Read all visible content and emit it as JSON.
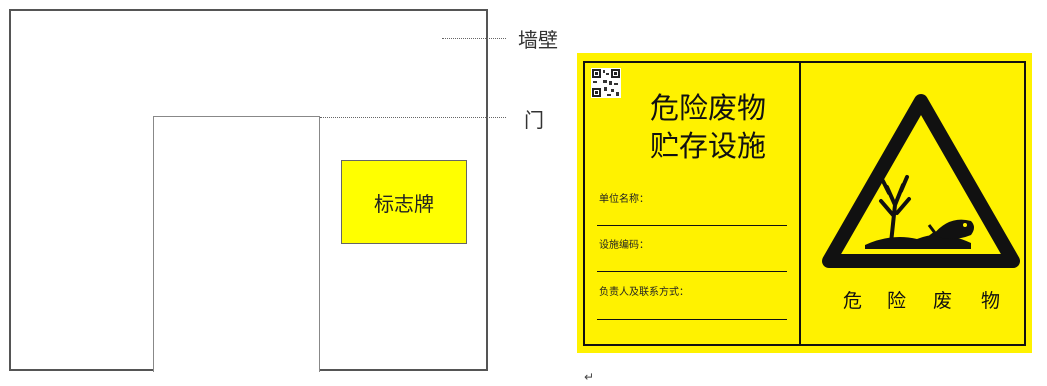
{
  "diagram": {
    "wall_label": "墙壁",
    "door_label": "门",
    "sign_label": "标志牌",
    "colors": {
      "sign_yellow": "#ffff00",
      "outline": "#555555"
    }
  },
  "hazard_sign": {
    "title_line1": "危险废物",
    "title_line2": "贮存设施",
    "fields": [
      "单位名称：",
      "设施编码：",
      "负责人及联系方式："
    ],
    "caption_chars": [
      "危",
      "险",
      "废",
      "物"
    ],
    "icon": "hazardous-waste-triangle-icon",
    "colors": {
      "background": "#fff200",
      "border": "#111111"
    }
  },
  "return_mark": "↵"
}
